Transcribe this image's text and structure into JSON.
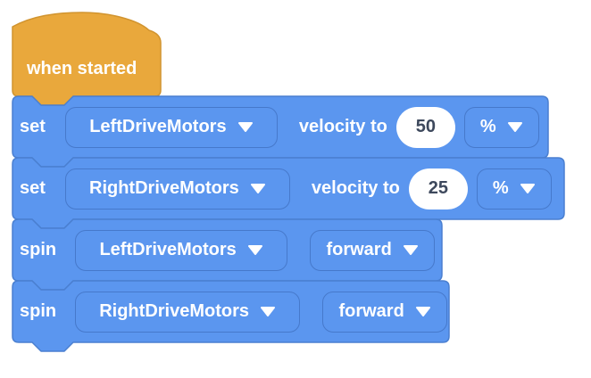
{
  "workspace": {
    "background": "#ffffff"
  },
  "colors": {
    "block_blue": "#5B96EF",
    "block_blue_border": "#4A7FD0",
    "dropdown_border": "#4679CB",
    "hat_yellow": "#E9A83C",
    "hat_yellow_border": "#D1942F",
    "label_text": "#FFFFFF",
    "value_text": "#3D485C",
    "value_bg": "#FFFFFF"
  },
  "hat_block": {
    "label": "when started"
  },
  "blocks": [
    {
      "type": "set-velocity",
      "keyword": "set",
      "motor": "LeftDriveMotors",
      "mid_label": "velocity to",
      "value": "50",
      "unit": "%"
    },
    {
      "type": "set-velocity",
      "keyword": "set",
      "motor": "RightDriveMotors",
      "mid_label": "velocity to",
      "value": "25",
      "unit": "%"
    },
    {
      "type": "spin",
      "keyword": "spin",
      "motor": "LeftDriveMotors",
      "direction": "forward"
    },
    {
      "type": "spin",
      "keyword": "spin",
      "motor": "RightDriveMotors",
      "direction": "forward"
    }
  ]
}
